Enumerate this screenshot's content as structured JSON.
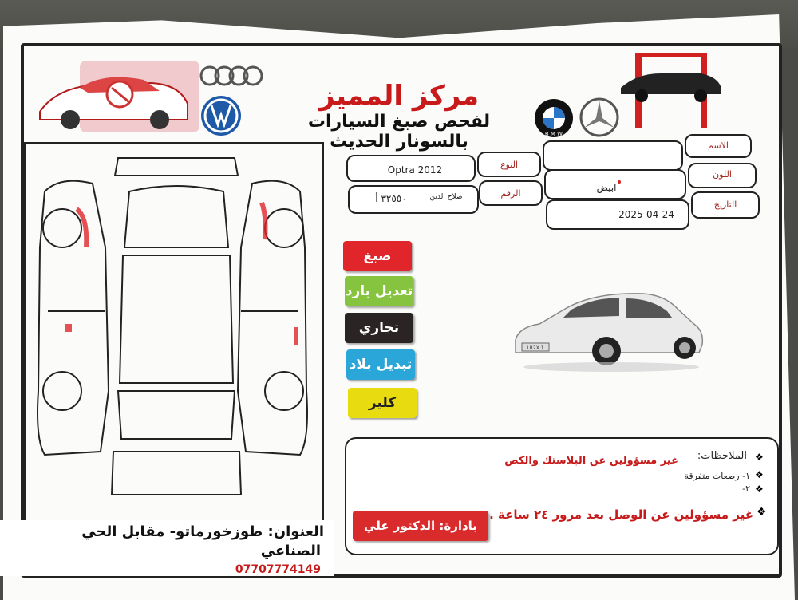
{
  "header": {
    "title": "مركز المميز",
    "subtitle": "لفحص صبغ السيارات بالسونار الحديث"
  },
  "logos": {
    "bmw_text": "B M W"
  },
  "form": {
    "name_label": "الاسم",
    "name_value": "",
    "color_label": "اللون",
    "color_value": "ابيض",
    "date_label": "التاريخ",
    "date_value": "2025-04-24",
    "type_label": "النوع",
    "type_value": "Optra 2012",
    "number_label": "الرقم",
    "number_city": "صلاح الدين",
    "number_value": "٣٢٥٥٠ أ"
  },
  "legend": [
    {
      "label": "صبغ",
      "color": "#e0262a"
    },
    {
      "label": "تعديل بارد",
      "color": "#86c440"
    },
    {
      "label": "تجاري",
      "color": "#2b2424"
    },
    {
      "label": "تبديل بلاد",
      "color": "#2ba6d9"
    },
    {
      "label": "كلير",
      "color": "#e8dc10"
    }
  ],
  "sample_car_plate": "LR2X 1",
  "notes": {
    "label": "الملاحظات:",
    "line_main": "غير مسؤولين عن البلاستك والكص",
    "item1": "١- رصعات متفرقة",
    "item2": "٢-",
    "warning": "غير مسؤولين عن الوصل بعد مرور ٢٤ ساعة ..."
  },
  "manager": "بادارة: الدكتور علي",
  "address": {
    "line1": "العنوان: طوزخورماتو- مقابل الحي",
    "line2": "الصناعي",
    "phone": "07707774149"
  },
  "colors": {
    "accent_red": "#c81a1a",
    "frame": "#222222"
  }
}
